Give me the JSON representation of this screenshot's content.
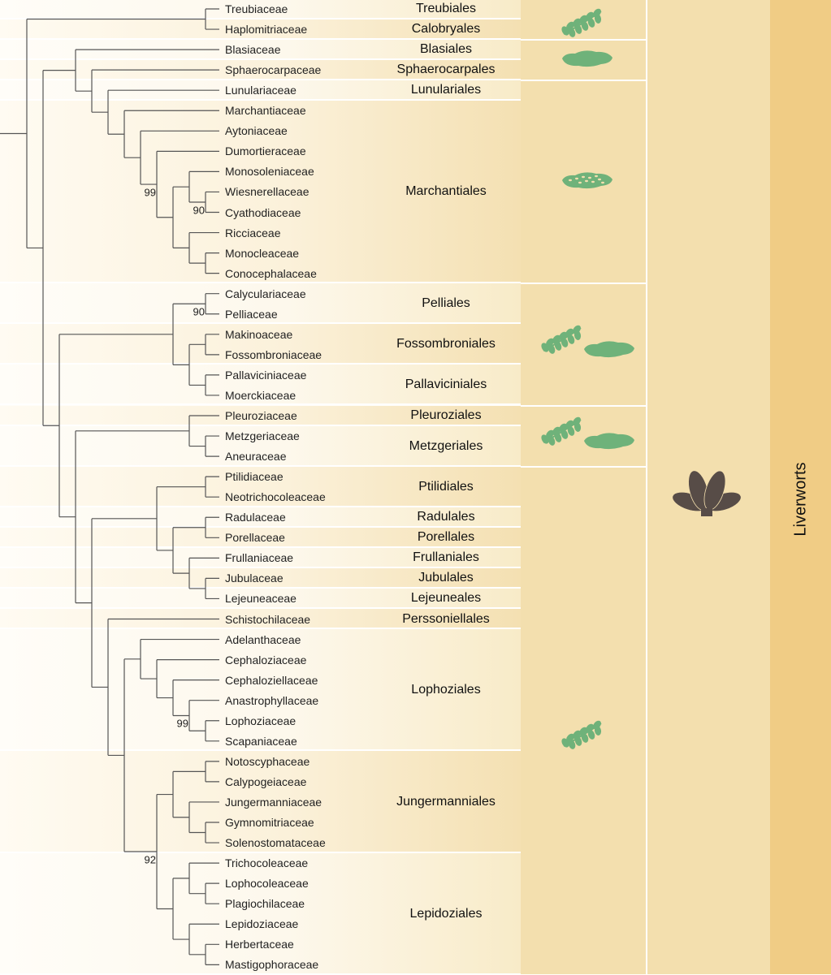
{
  "families": [
    "Treubiaceae",
    "Haplomitriaceae",
    "Blasiaceae",
    "Sphaerocarpaceae",
    "Lunulariaceae",
    "Marchantiaceae",
    "Aytoniaceae",
    "Dumortieraceae",
    "Monosoleniaceae",
    "Wiesnerellaceae",
    "Cyathodiaceae",
    "Ricciaceae",
    "Monocleaceae",
    "Conocephalaceae",
    "Calyculariaceae",
    "Pelliaceae",
    "Makinoaceae",
    "Fossombroniaceae",
    "Pallaviciniaceae",
    "Moerckiaceae",
    "Pleuroziaceae",
    "Metzgeriaceae",
    "Aneuraceae",
    "Ptilidiaceae",
    "Neotrichocoleaceae",
    "Radulaceae",
    "Porellaceae",
    "Frullaniaceae",
    "Jubulaceae",
    "Lejeuneaceae",
    "Schistochilaceae",
    "Adelanthaceae",
    "Cephaloziaceae",
    "Cephaloziellaceae",
    "Anastrophyllaceae",
    "Lophoziaceae",
    "Scapaniaceae",
    "Notoscyphaceae",
    "Calypogeiaceae",
    "Jungermanniaceae",
    "Gymnomitriaceae",
    "Solenostomataceae",
    "Trichocoleaceae",
    "Lophocoleaceae",
    "Plagiochilaceae",
    "Lepidoziaceae",
    "Herbertaceae",
    "Mastigophoraceae"
  ],
  "orders": [
    {
      "name": "Treubiales",
      "first": 0,
      "last": 0
    },
    {
      "name": "Calobryales",
      "first": 1,
      "last": 1
    },
    {
      "name": "Blasiales",
      "first": 2,
      "last": 2
    },
    {
      "name": "Sphaerocarpales",
      "first": 3,
      "last": 3
    },
    {
      "name": "Lunulariales",
      "first": 4,
      "last": 4
    },
    {
      "name": "Marchantiales",
      "first": 5,
      "last": 13
    },
    {
      "name": "Pelliales",
      "first": 14,
      "last": 15
    },
    {
      "name": "Fossombroniales",
      "first": 16,
      "last": 17
    },
    {
      "name": "Pallaviciniales",
      "first": 18,
      "last": 19
    },
    {
      "name": "Pleuroziales",
      "first": 20,
      "last": 20
    },
    {
      "name": "Metzgeriales",
      "first": 21,
      "last": 22
    },
    {
      "name": "Ptilidiales",
      "first": 23,
      "last": 24
    },
    {
      "name": "Radulales",
      "first": 25,
      "last": 25
    },
    {
      "name": "Porellales",
      "first": 26,
      "last": 26
    },
    {
      "name": "Frullaniales",
      "first": 27,
      "last": 27
    },
    {
      "name": "Jubulales",
      "first": 28,
      "last": 28
    },
    {
      "name": "Lejeuneales",
      "first": 29,
      "last": 29
    },
    {
      "name": "Perssoniellales",
      "first": 30,
      "last": 30
    },
    {
      "name": "Lophoziales",
      "first": 31,
      "last": 36
    },
    {
      "name": "Jungermanniales",
      "first": 37,
      "last": 41
    },
    {
      "name": "Lepidoziales",
      "first": 42,
      "last": 47
    }
  ],
  "tree": [
    [
      0,
      1
    ],
    [
      [
        2,
        [
          3,
          [
            4,
            [
              5,
              [
                6,
                {
                  "s": "99",
                  "c": [
                    7,
                    [
                      [
                        8,
                        {
                          "s": "90",
                          "c": [
                            9,
                            10
                          ]
                        }
                      ],
                      [
                        11,
                        [
                          12,
                          13
                        ]
                      ]
                    ]
                  ]
                }
              ]
            ]
          ]
        ]
      ],
      [
        [
          {
            "s": "90",
            "c": [
              14,
              15
            ]
          },
          [
            [
              16,
              17
            ],
            [
              18,
              19
            ]
          ]
        ],
        [
          [
            20,
            [
              21,
              22
            ]
          ],
          [
            [
              [
                23,
                24
              ],
              [
                [
                  25,
                  26
                ],
                [
                  27,
                  [
                    28,
                    29
                  ]
                ]
              ]
            ],
            [
              30,
              [
                [
                  31,
                  [
                    32,
                    [
                      33,
                      {
                        "s": "99",
                        "c": [
                          34,
                          [
                            35,
                            36
                          ]
                        ]
                      }
                    ]
                  ]
                ],
                {
                  "s": "92",
                  "c": [
                    [
                      [
                        37,
                        38
                      ],
                      [
                        39,
                        [
                          40,
                          41
                        ]
                      ]
                    ],
                    [
                      [
                        42,
                        [
                          43,
                          44
                        ]
                      ],
                      [
                        45,
                        [
                          46,
                          47
                        ]
                      ]
                    ]
                  ]
                }
              ]
            ]
          ]
        ]
      ]
    ]
  ],
  "icon_groups": [
    {
      "first": 0,
      "last": 1,
      "icons": [
        "leafy-gametophyte-icon"
      ]
    },
    {
      "first": 2,
      "last": 3,
      "icons": [
        "simple-thallus-icon"
      ]
    },
    {
      "first": 4,
      "last": 13,
      "icons": [
        "complex-thallus-icon"
      ]
    },
    {
      "first": 14,
      "last": 19,
      "icons": [
        "leafy-gametophyte-icon",
        "simple-thallus-icon"
      ]
    },
    {
      "first": 20,
      "last": 22,
      "icons": [
        "leafy-gametophyte-icon",
        "simple-thallus-icon"
      ]
    },
    {
      "first": 23,
      "last": 47,
      "icons": [
        "leafy-gametophyte-icon"
      ]
    }
  ],
  "sporophyte_icon": "liverwort-sporophyte-icon",
  "group_label": "Liverworts",
  "colors": {
    "thallus": "#6fb27a",
    "sporophyte": "#574c47",
    "branch": "#555555",
    "column": "#f3dfae",
    "group": "#f0cc85"
  }
}
